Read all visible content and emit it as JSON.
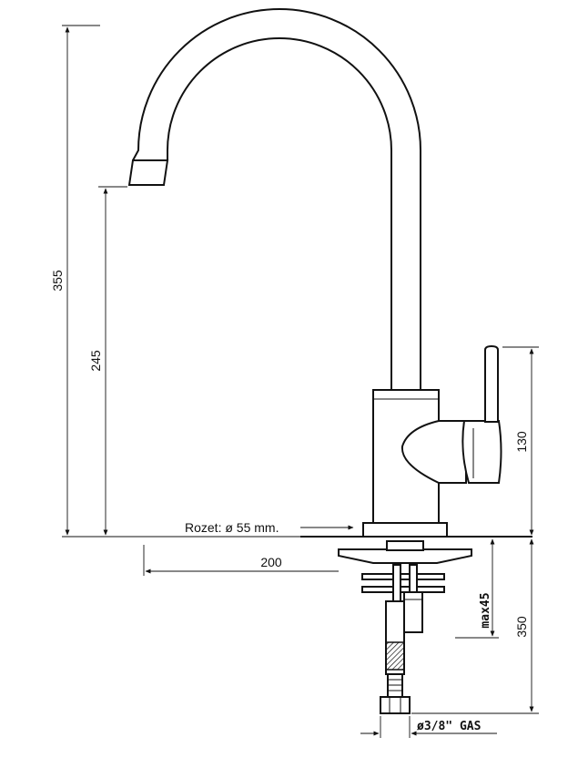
{
  "dimensions": {
    "height_total": "355",
    "height_spout": "245",
    "handle_height": "130",
    "reach": "200",
    "max_thickness": "max45",
    "hose_length": "350",
    "connection": "ø3/8\" GAS"
  },
  "annotations": {
    "rozet": "Rozet: ø 55 mm."
  },
  "colors": {
    "line": "#111111",
    "background": "#ffffff"
  }
}
